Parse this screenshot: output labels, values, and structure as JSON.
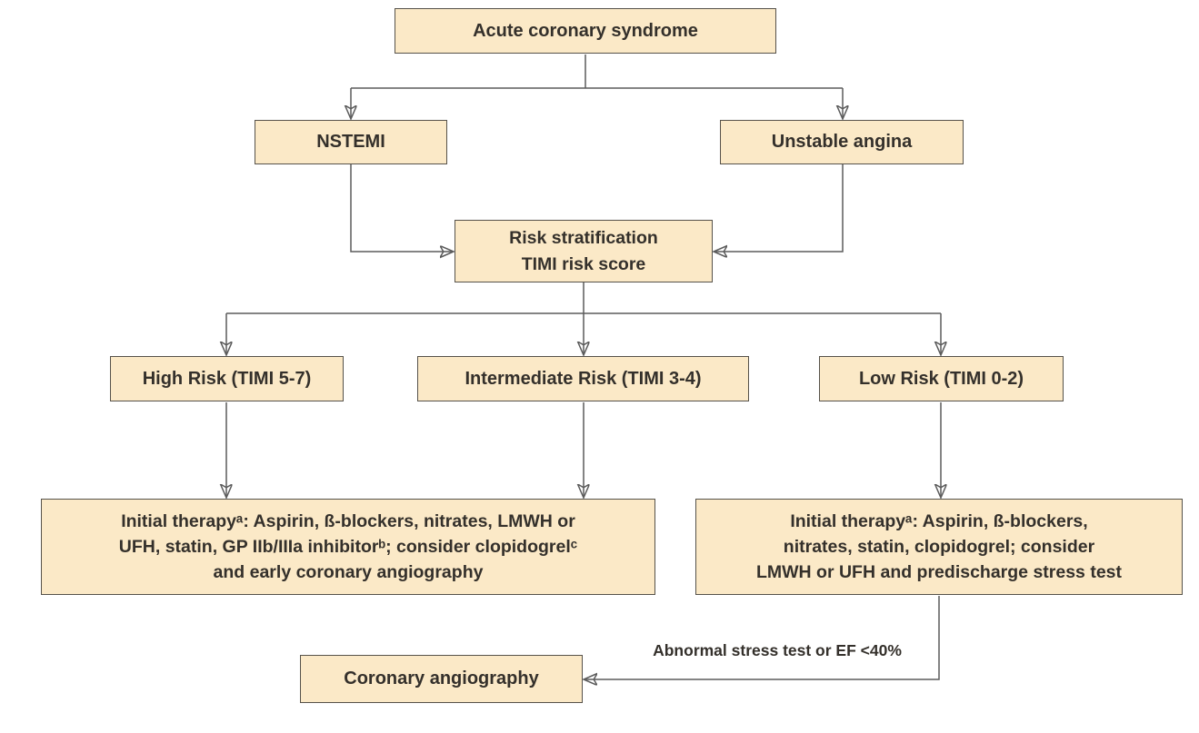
{
  "diagram": {
    "nodes": {
      "acs": {
        "label": "Acute coronary syndrome"
      },
      "nstemi": {
        "label": "NSTEMI"
      },
      "unstable_angina": {
        "label": "Unstable angina"
      },
      "risk_stratification": {
        "label": "Risk stratification\nTIMI risk score"
      },
      "high_risk": {
        "label": "High Risk (TIMI 5-7)"
      },
      "intermediate_risk": {
        "label": "Intermediate Risk (TIMI 3-4)"
      },
      "low_risk": {
        "label": "Low Risk (TIMI 0-2)"
      },
      "therapy_high_intermediate": {
        "label": "Initial therapyᵃ: Aspirin, ß-blockers, nitrates, LMWH or\nUFH, statin, GP IIb/IIIa inhibitorᵇ; consider clopidogrelᶜ\nand early coronary angiography"
      },
      "therapy_low": {
        "label": "Initial therapyᵃ: Aspirin, ß-blockers,\nnitrates, statin, clopidogrel; consider\nLMWH or UFH and predischarge stress test"
      },
      "coronary_angiography": {
        "label": "Coronary angiography"
      }
    },
    "edge_labels": {
      "abnormal_stress": "Abnormal stress test or EF <40%"
    },
    "colors": {
      "node_fill": "#FBE9C7",
      "node_border": "#56524A",
      "line": "#5B5B5B",
      "text": "#34302B",
      "background": "#FFFFFF"
    }
  }
}
